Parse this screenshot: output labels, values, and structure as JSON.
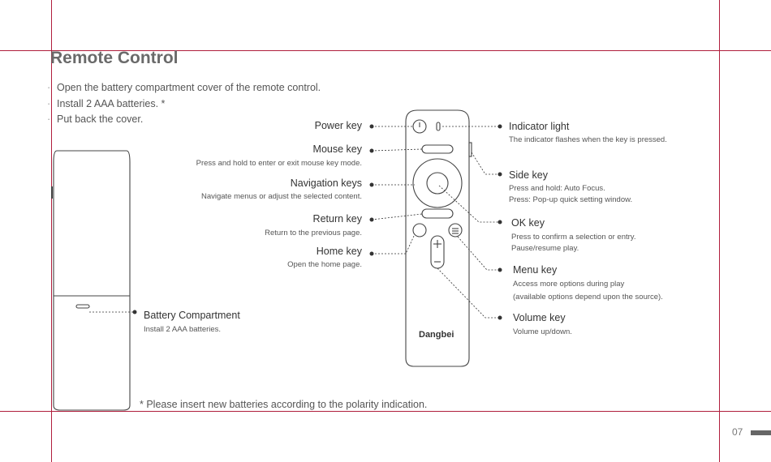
{
  "page": {
    "title": "Remote Control",
    "steps": [
      "Open the battery compartment cover of the remote control.",
      "Install 2 AAA batteries. *",
      "Put back the cover."
    ],
    "footnote": "* Please insert new batteries according to the polarity indication.",
    "page_number": "07"
  },
  "remote": {
    "brand": "Dangbei"
  },
  "callouts": {
    "power_key": {
      "label": "Power key"
    },
    "mouse_key": {
      "label": "Mouse key",
      "desc": "Press and hold to enter or exit mouse key mode."
    },
    "navigation_keys": {
      "label": "Navigation keys",
      "desc": "Navigate menus or adjust the selected content."
    },
    "return_key": {
      "label": "Return key",
      "desc": "Return to the previous page."
    },
    "home_key": {
      "label": "Home key",
      "desc": "Open the home page."
    },
    "battery_compartment": {
      "label": "Battery Compartment",
      "desc": "Install 2 AAA batteries."
    },
    "indicator_light": {
      "label": "Indicator light",
      "desc": "The indicator flashes when the key is pressed."
    },
    "side_key": {
      "label": "Side key",
      "desc1": "Press and hold: Auto Focus.",
      "desc2": "Press: Pop-up quick setting window."
    },
    "ok_key": {
      "label": "OK key",
      "desc1": "Press to confirm a selection or entry.",
      "desc2": "Pause/resume play."
    },
    "menu_key": {
      "label": "Menu key",
      "desc1": "Access more options during play",
      "desc2": "(available options depend upon the source)."
    },
    "volume_key": {
      "label": "Volume key",
      "desc": "Volume up/down."
    }
  },
  "colors": {
    "crop_marks": "#b01e3c",
    "line_art": "#444444"
  }
}
